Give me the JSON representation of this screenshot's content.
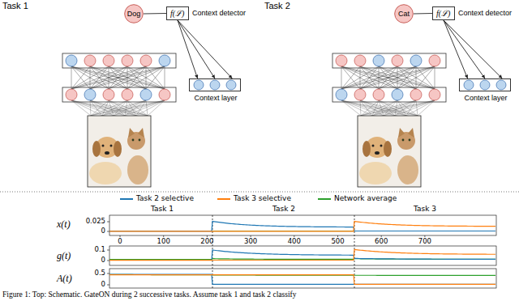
{
  "diagram": {
    "caption": "Figure 1: Top: Schematic. GateON during 2 successive tasks. Assume task 1 and task 2 classify",
    "nodes": [
      {
        "text": [
          "Dog"
        ]
      },
      {
        "text": [
          "f(ℒ)",
          "Context detector"
        ]
      },
      {
        "text": [
          "Context layer"
        ]
      },
      {
        "text": [
          "Cat"
        ]
      },
      {
        "text": [
          "f(ℒ)",
          "Context detector"
        ]
      },
      {
        "text": [
          "Context layer"
        ]
      }
    ],
    "edges": [
      {
        "from": 0,
        "to": 1,
        "arrow": "none"
      },
      {
        "from": 1,
        "to": 2,
        "arrow": "to"
      },
      {
        "from": 3,
        "to": 4,
        "arrow": "none"
      },
      {
        "from": 4,
        "to": 5,
        "arrow": "to"
      }
    ],
    "labels": [
      "Task 1",
      "Task 2",
      "Task 1",
      "Task 2",
      "Task 3",
      "x(t)",
      "0.025",
      "0",
      "0",
      "100",
      "200",
      "300",
      "400",
      "500",
      "600",
      "700",
      "g(t)",
      "0.1",
      "0",
      "A(t)",
      "0.5",
      "0"
    ],
    "legend": [
      {
        "text": "Task 2 selective",
        "color": "#1f77b4"
      },
      {
        "text": "Task 3 selective",
        "color": "#ff7f0e"
      },
      {
        "text": "Network average",
        "color": "#2ca02c"
      }
    ]
  }
}
